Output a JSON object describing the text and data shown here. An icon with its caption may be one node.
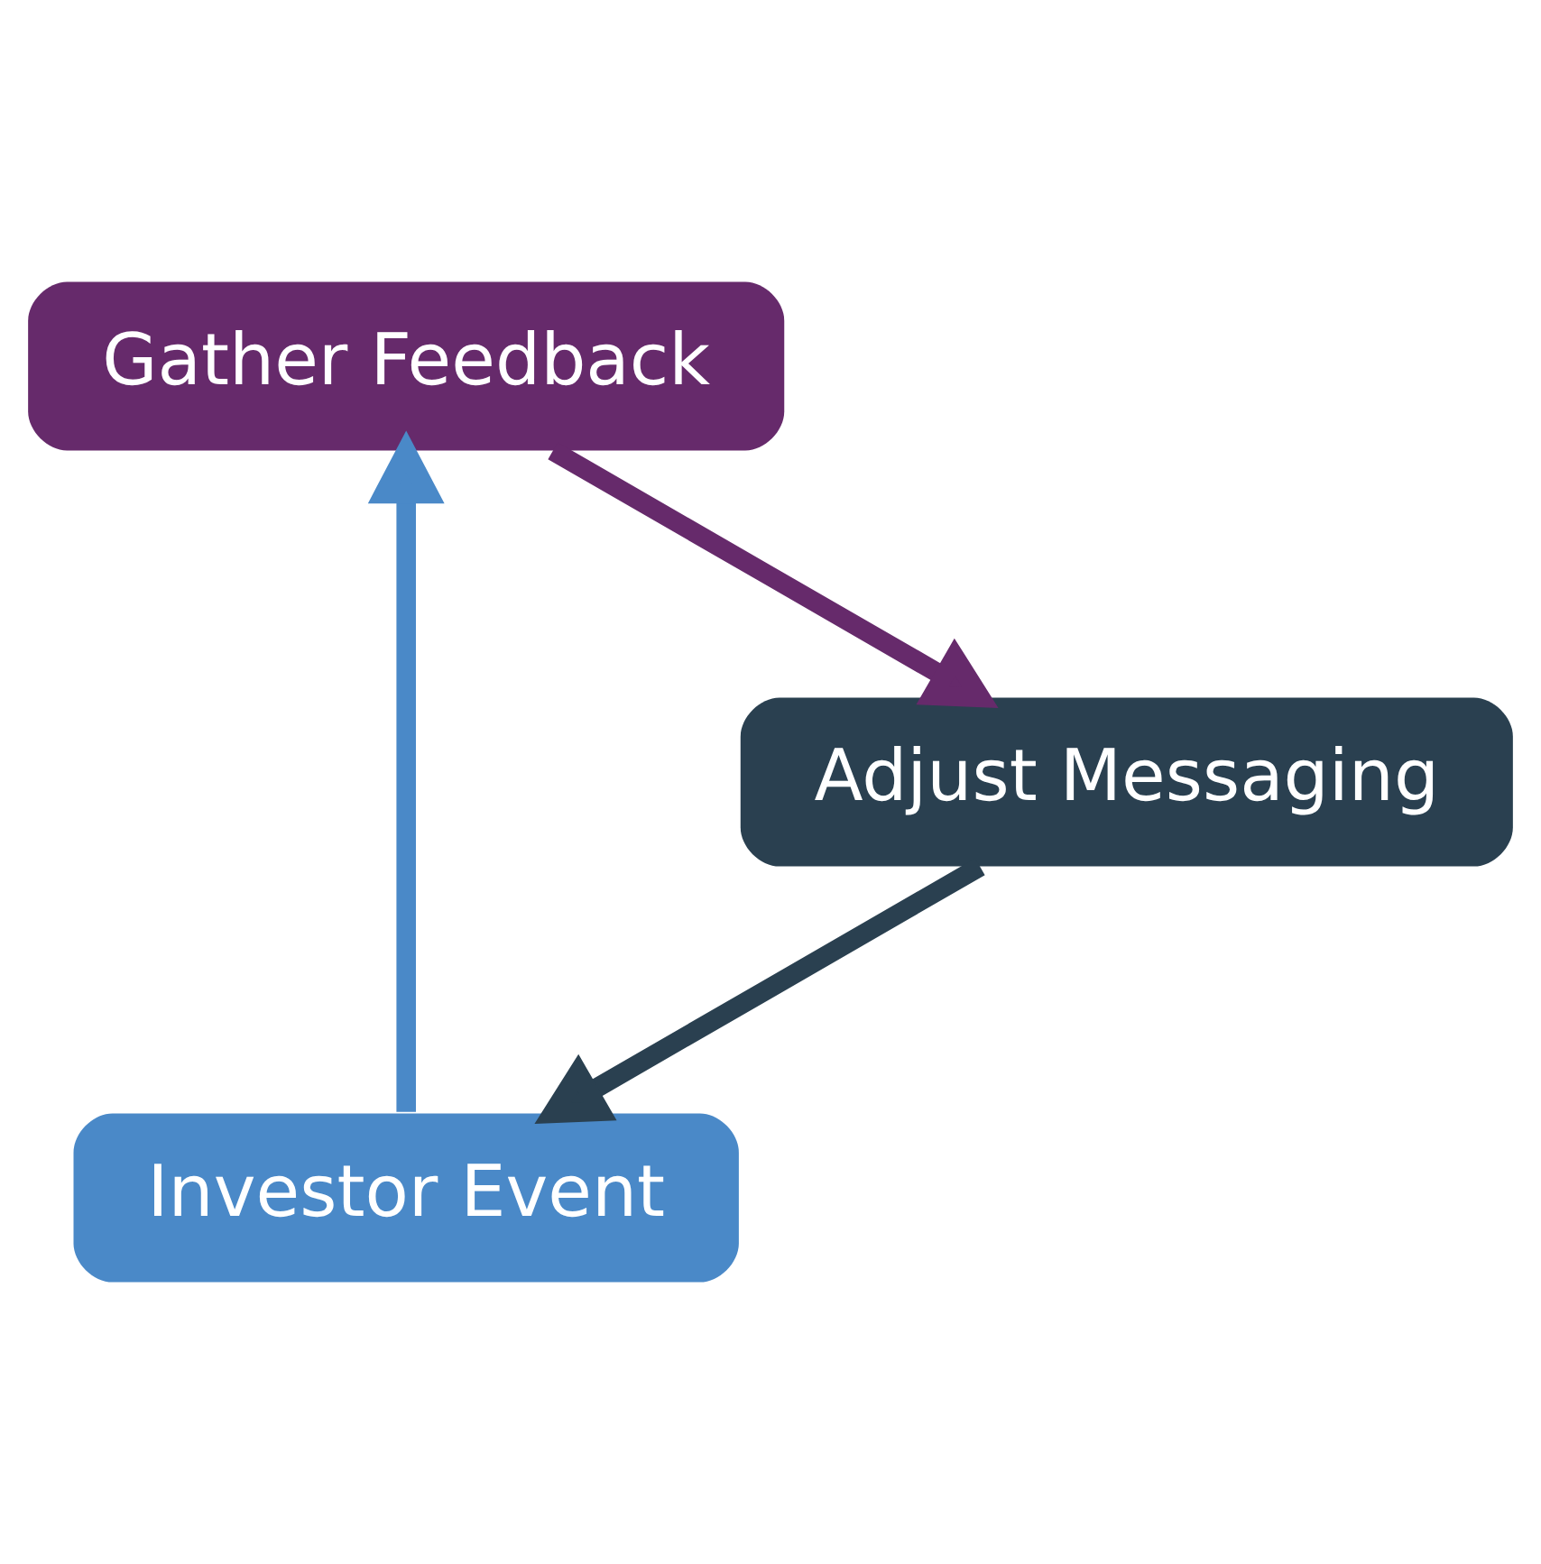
{
  "diagram": {
    "nodes": [
      {
        "text": [
          "Investor Event"
        ]
      },
      {
        "text": [
          "Gather Feedback"
        ]
      },
      {
        "text": [
          "Adjust Messaging"
        ]
      }
    ],
    "edges": [
      {
        "from": 0,
        "to": 1,
        "arrow": "to"
      },
      {
        "from": 1,
        "to": 2,
        "arrow": "to",
        "color": "#662a6b"
      },
      {
        "from": 2,
        "to": 0,
        "arrow": "to",
        "color": "#2a4050"
      }
    ]
  }
}
